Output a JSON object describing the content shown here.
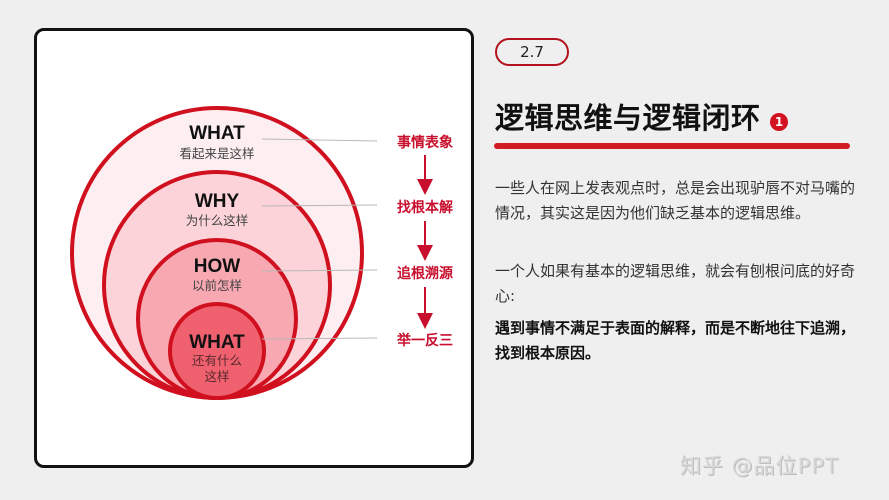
{
  "diagram": {
    "rings": [
      {
        "title": "WHAT",
        "subtitle": "看起来是这样",
        "step": "事情表象",
        "fill": "#fdeff1"
      },
      {
        "title": "WHY",
        "subtitle": "为什么这样",
        "step": "找根本解",
        "fill": "#fbd3d8"
      },
      {
        "title": "HOW",
        "subtitle": "以前怎样",
        "step": "追根溯源",
        "fill": "#f7a8b1"
      },
      {
        "title": "WHAT",
        "subtitle": "还有什么这样",
        "subtitle_line1": "还有什么",
        "subtitle_line2": "这样",
        "step": "举一反三",
        "fill": "#f0616f"
      }
    ],
    "stroke_color": "#d0101f"
  },
  "header": {
    "section_number": "2.7",
    "title": "逻辑思维与逻辑闭环",
    "title_badge": "1",
    "accent_color": "#d11a23"
  },
  "body": {
    "paragraph1": "一些人在网上发表观点时，总是会出现驴唇不对马嘴的情况，其实这是因为他们缺乏基本的逻辑思维。",
    "paragraph2": "一个人如果有基本的逻辑思维，就会有刨根问底的好奇心:",
    "paragraph3": "遇到事情不满足于表面的解释，而是不断地往下追溯，找到根本原因。"
  },
  "watermark": "知乎 @品位PPT"
}
